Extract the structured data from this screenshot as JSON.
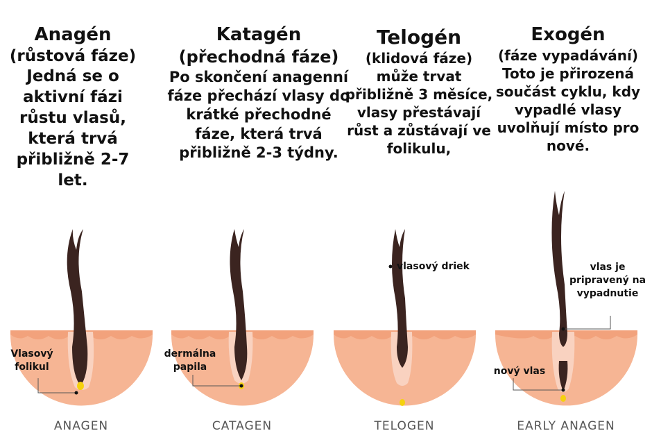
{
  "stages": [
    {
      "title": "Anagén",
      "subtitle": "(růstová fáze)",
      "description": "Jedná se o aktivní fázi růstu vlasů, která trvá přibližně 2-7 let.",
      "bottom_label": "ANAGEN"
    },
    {
      "title": "Katagén",
      "subtitle": "(přechodná fáze)",
      "description": "Po skončení anagenní fáze přechází vlasy do krátké přechodné fáze, která trvá přibližně 2-3 týdny.",
      "bottom_label": "CATAGEN"
    },
    {
      "title": "Telogén",
      "subtitle": "(klidová fáze)",
      "description": "může trvat přibližně 3 měsíce, vlasy přestávají růst a zůstávají ve folikulu,",
      "bottom_label": "TELOGEN"
    },
    {
      "title": "Exogén",
      "subtitle": "(fáze vypadávání)",
      "description": "Toto je přirozená součást cyklu, kdy vypadlé vlasy uvolňují místo pro nové.",
      "bottom_label": "EARLY ANAGEN"
    }
  ],
  "annotations": {
    "follicle": "Vlasový folikul",
    "papilla": "dermálna papila",
    "shaft": "vlasový driek",
    "ready": "vlas je pripravený na vypadnutie",
    "new_hair": "nový vlas"
  },
  "colors": {
    "skin": "#f6b594",
    "skin_top": "#f2a27c",
    "follicle": "#f9d2c0",
    "hair": "#3b2420",
    "papilla": "#f5d10e"
  }
}
